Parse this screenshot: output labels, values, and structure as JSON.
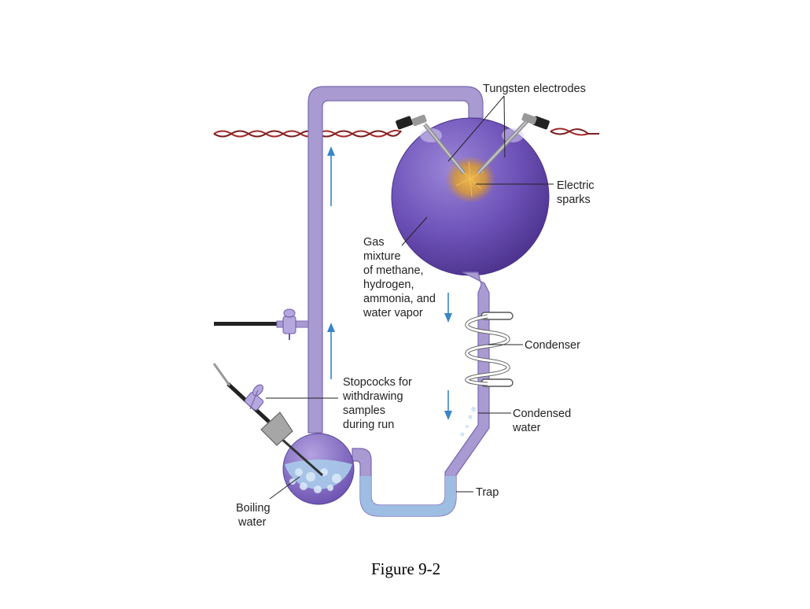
{
  "figure": {
    "caption": "Figure 9-2",
    "labels": {
      "tungsten_electrodes": "Tungsten electrodes",
      "electric_sparks": [
        "Electric",
        "sparks"
      ],
      "gas_mixture": [
        "Gas",
        "mixture",
        "of methane,",
        "hydrogen,",
        "ammonia, and",
        "water vapor"
      ],
      "condenser": "Condenser",
      "stopcocks": [
        "Stopcocks for",
        "withdrawing",
        "samples",
        "during run"
      ],
      "condensed_water": [
        "Condensed",
        "water"
      ],
      "trap": "Trap",
      "boiling_water": [
        "Boiling",
        "water"
      ]
    },
    "colors": {
      "glass": "#a99ad1",
      "glass_edge": "#7a68b3",
      "sphere_dark": "#5a3f9e",
      "sphere_light": "#9b86d8",
      "water": "#9cc3e6",
      "spark": "#e3a43a",
      "wire": "#a52a2a",
      "arrow": "#3a84c7"
    }
  }
}
